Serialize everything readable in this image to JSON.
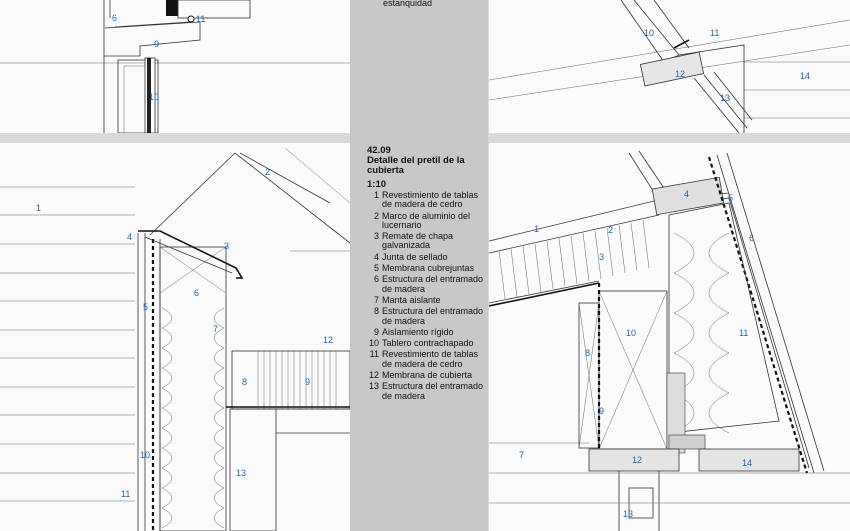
{
  "legend": {
    "top_text": "estanquidad",
    "code": "42.09",
    "title": "Detalle del pretil de la cubierta",
    "scale": "1:10",
    "items": [
      {
        "n": "1",
        "text": "Revestimiento de tablas de madera de cedro"
      },
      {
        "n": "2",
        "text": "Marco de aluminio del lucernario"
      },
      {
        "n": "3",
        "text": "Remate de chapa galvanizada"
      },
      {
        "n": "4",
        "text": "Junta de sellado"
      },
      {
        "n": "5",
        "text": "Membrana cubrejuntas"
      },
      {
        "n": "6",
        "text": "Estructura del entramado de madera"
      },
      {
        "n": "7",
        "text": "Manta aislante"
      },
      {
        "n": "8",
        "text": "Estructura del entramado de madera"
      },
      {
        "n": "9",
        "text": "Aislamiento rígido"
      },
      {
        "n": "10",
        "text": "Tablero contrachapado"
      },
      {
        "n": "11",
        "text": "Revestimiento de tablas de madera de cedro"
      },
      {
        "n": "12",
        "text": "Membrana de cubierta"
      },
      {
        "n": "13",
        "text": "Estructura del entramado de madera"
      }
    ]
  },
  "drawing_labels": {
    "top_left": [
      "6",
      "11",
      "9",
      "10"
    ],
    "top_right": [
      "10",
      "11",
      "12",
      "13",
      "14"
    ],
    "bottom_left": [
      "1",
      "2",
      "3",
      "4",
      "5",
      "6",
      "7",
      "8",
      "9",
      "10",
      "11",
      "12",
      "13"
    ],
    "bottom_right": [
      "1",
      "2",
      "3",
      "4",
      "5",
      "6",
      "7",
      "8",
      "9",
      "10",
      "11",
      "12",
      "13",
      "14"
    ]
  }
}
